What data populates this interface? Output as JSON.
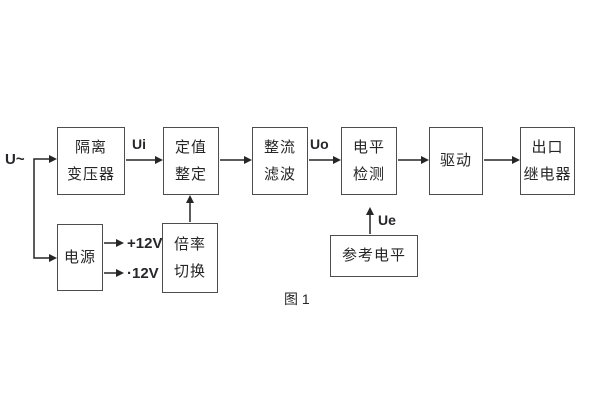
{
  "diagram": {
    "caption": "图 1",
    "labels": {
      "input_voltage": "U~",
      "ui": "Ui",
      "uo": "Uo",
      "ue": "Ue",
      "plus_12v": "+12V",
      "minus_12v": "·12V"
    },
    "blocks": {
      "isolation_transformer": {
        "line1": "隔离",
        "line2": "变压器"
      },
      "setting_adjust": {
        "line1": "定值",
        "line2": "整定"
      },
      "rectifier_filter": {
        "line1": "整流",
        "line2": "滤波"
      },
      "level_detect": {
        "line1": "电平",
        "line2": "检测"
      },
      "drive": {
        "line1": "驱动"
      },
      "output_relay": {
        "line1": "出口",
        "line2": "继电器"
      },
      "power_supply": {
        "line1": "电源"
      },
      "ratio_switch": {
        "line1": "倍率",
        "line2": "切换"
      },
      "reference_level": {
        "line1": "参考电平"
      }
    },
    "colors": {
      "background": "#ffffff",
      "box_border": "#4d4d4d",
      "text": "#262626",
      "wire": "#262626"
    }
  }
}
